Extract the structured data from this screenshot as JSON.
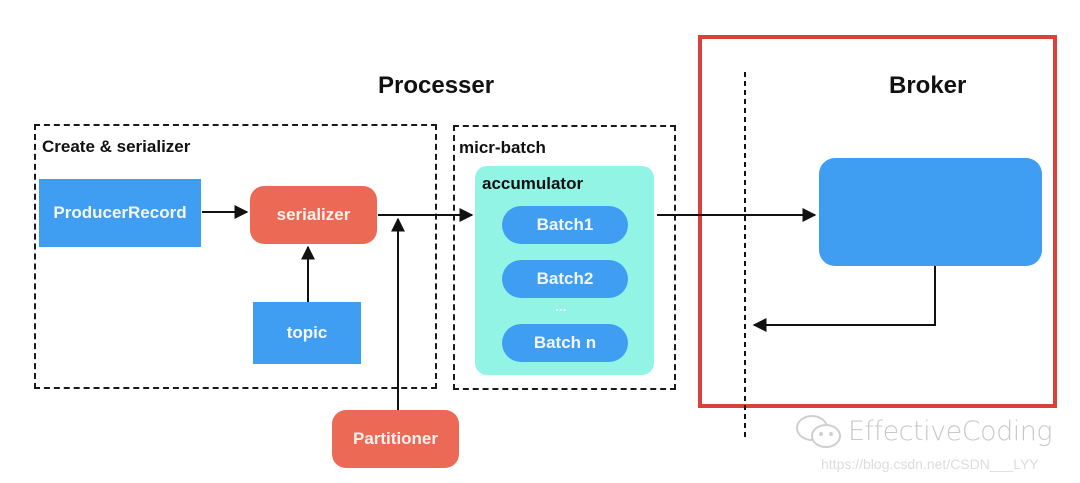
{
  "headings": {
    "processer": "Processer",
    "broker": "Broker"
  },
  "groups": {
    "create_serializer": "Create & serializer",
    "micr_batch": "micr-batch",
    "accumulator": "accumulator"
  },
  "nodes": {
    "producer_record": "ProducerRecord",
    "serializer": "serializer",
    "topic": "topic",
    "partitioner": "Partitioner",
    "broker_box": ""
  },
  "batches": [
    {
      "label": "Batch1"
    },
    {
      "label": "Batch2"
    },
    {
      "label": "Batch n"
    }
  ],
  "ellipsis": "...",
  "watermark": {
    "brand": "EffectiveCoding",
    "url": "https://blog.csdn.net/CSDN___LYY",
    "icon": "wechat-icon"
  },
  "colors": {
    "blue": "#3f9ef2",
    "red": "#ec6a55",
    "mint": "#92f4e4",
    "highlight_border": "#d9413a"
  }
}
